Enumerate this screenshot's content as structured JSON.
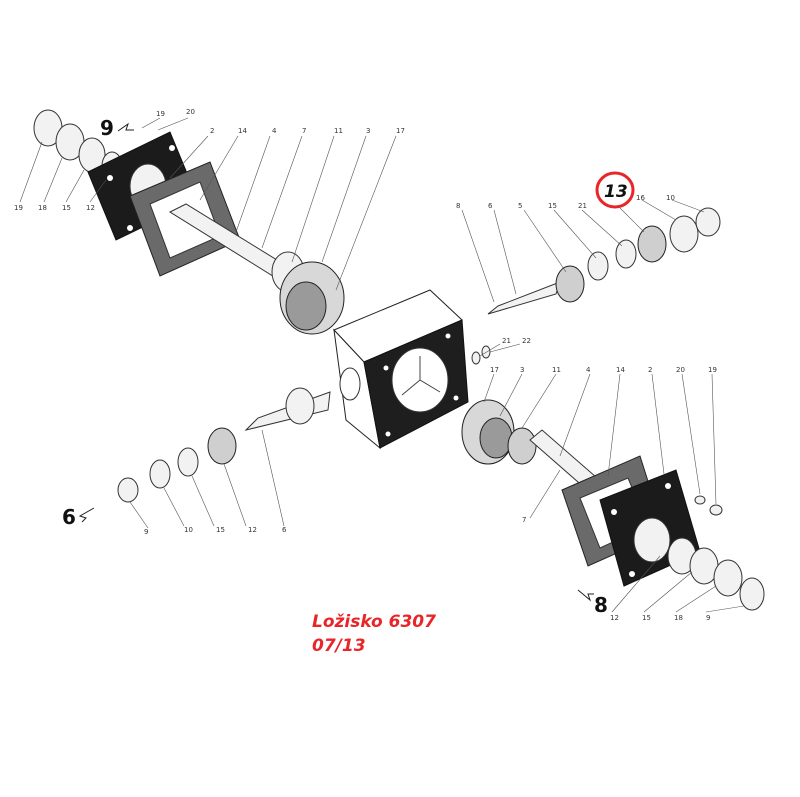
{
  "diagram": {
    "callouts_upper_left": [
      "19",
      "20",
      "2",
      "14",
      "4",
      "7",
      "11",
      "3",
      "17"
    ],
    "callouts_upper_left_bottom": [
      "19",
      "18",
      "15",
      "12"
    ],
    "callouts_upper_right": [
      "8",
      "6",
      "5",
      "15",
      "21",
      "13",
      "16",
      "10"
    ],
    "callouts_center": [
      "21",
      "22"
    ],
    "callouts_lower_right": [
      "17",
      "3",
      "11",
      "4",
      "14",
      "2",
      "20",
      "19"
    ],
    "callouts_lower_right_bottom": [
      "12",
      "15",
      "18",
      "9",
      "7"
    ],
    "callouts_lower_left": [
      "9",
      "10",
      "15",
      "12",
      "6"
    ],
    "direction_markers": {
      "top_left": "9",
      "left": "6",
      "bottom_right": "8"
    },
    "highlight": {
      "label": "13",
      "ring_color": "#e8262a"
    }
  },
  "note": {
    "line1": "Ložisko 6307",
    "line2": "07/13",
    "color": "#e8262a"
  }
}
